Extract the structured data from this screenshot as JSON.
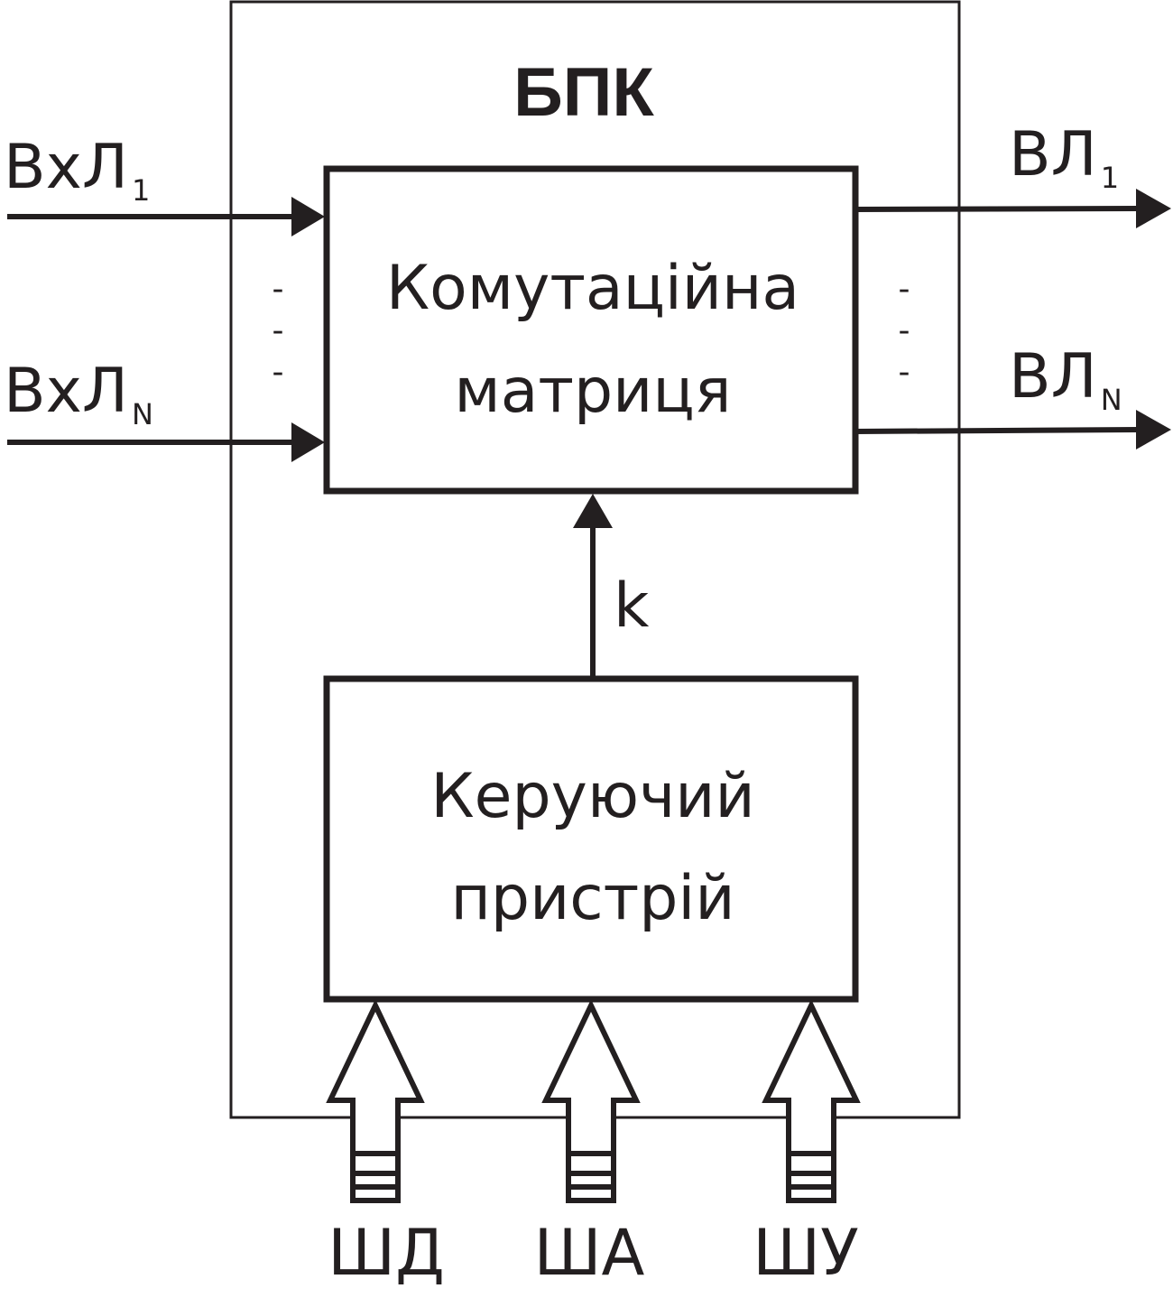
{
  "outer_block": {
    "title": "БПК"
  },
  "switch_matrix": {
    "line1": "Комутаційна",
    "line2": "матриця"
  },
  "controller": {
    "line1": "Керуючий",
    "line2": "пристрій"
  },
  "inputs": [
    {
      "base": "ВхЛ",
      "sub": "1"
    },
    {
      "base": "ВхЛ",
      "sub": "N"
    }
  ],
  "outputs": [
    {
      "base": "ВЛ",
      "sub": "1"
    },
    {
      "base": "ВЛ",
      "sub": "N"
    }
  ],
  "control_signal": "k",
  "buses": [
    "ШД",
    "ША",
    "ШУ"
  ],
  "ellipsis_mark": "-",
  "colors": {
    "ink": "#231f20",
    "background": "#ffffff"
  }
}
